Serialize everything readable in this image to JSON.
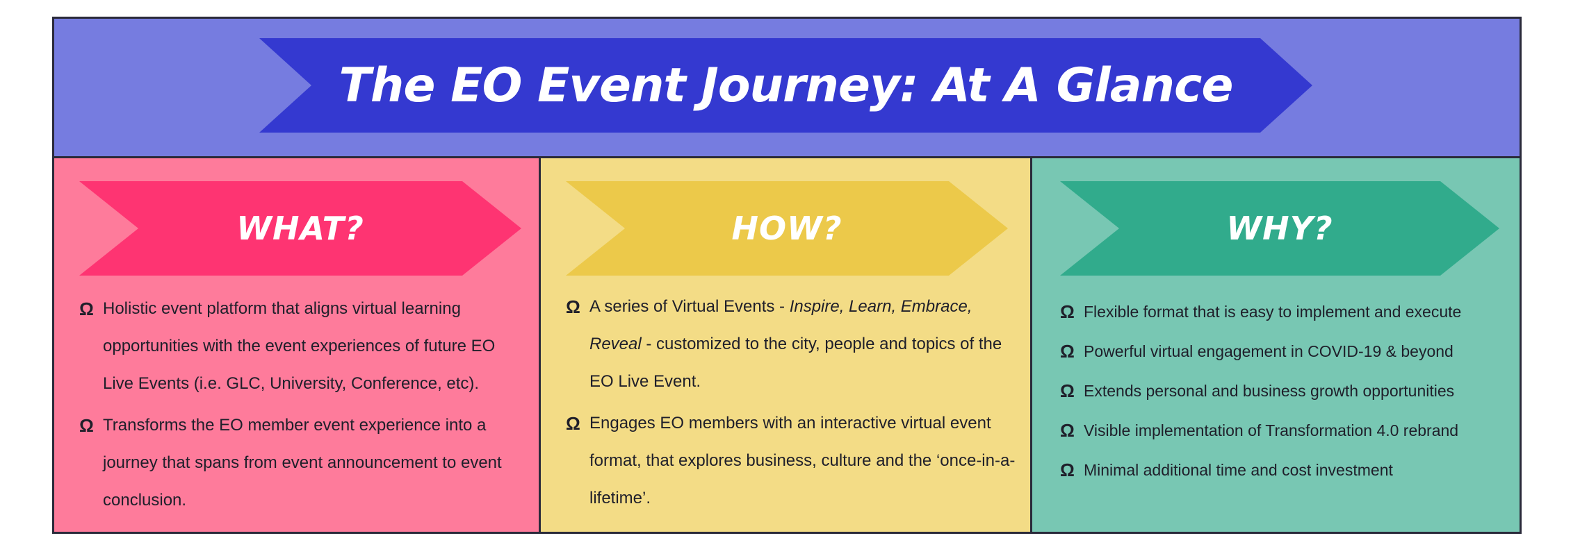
{
  "title": "The EO Event Journey: At A Glance",
  "bullet_symbol": "Ω",
  "colors": {
    "header_bg": "#767ce0",
    "title_arrow": "#3439d0",
    "what_bg": "#fe7b9b",
    "what_arrow": "#fe3472",
    "how_bg": "#f3dc86",
    "how_arrow": "#ecc94a",
    "why_bg": "#78c7b3",
    "why_arrow": "#31ab8c",
    "text": "#1f1f2a"
  },
  "columns": [
    {
      "heading": "WHAT?",
      "bullets": [
        {
          "text": "Holistic event platform that aligns virtual learning opportunities with the event experiences of future EO Live Events (i.e. GLC, University, Conference, etc)."
        },
        {
          "text": "Transforms the EO member event experience into a journey that spans from event announcement to event conclusion."
        }
      ]
    },
    {
      "heading": "HOW?",
      "bullets": [
        {
          "pre": "A series of Virtual Events - ",
          "em": "Inspire, Learn, Embrace, Reveal",
          "post": " - customized to the city, people and topics of the EO Live Event."
        },
        {
          "text": "Engages EO members with an interactive virtual event format, that explores business, culture and the ‘once-in-a-lifetime’."
        }
      ]
    },
    {
      "heading": "WHY?",
      "bullets": [
        {
          "text": "Flexible format that is easy to implement and execute"
        },
        {
          "text": "Powerful virtual engagement in COVID-19 & beyond"
        },
        {
          "text": "Extends personal and business growth opportunities"
        },
        {
          "text": "Visible implementation of Transformation 4.0 rebrand"
        },
        {
          "text": "Minimal additional time and cost investment"
        }
      ]
    }
  ]
}
